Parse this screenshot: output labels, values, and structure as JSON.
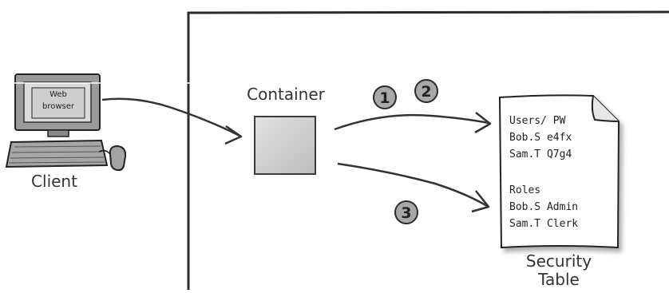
{
  "client": {
    "screen_label_line1": "Web",
    "screen_label_line2": "browser",
    "caption": "Client"
  },
  "container": {
    "label": "Container"
  },
  "steps": {
    "step1": "1",
    "step2": "2",
    "step3": "3"
  },
  "security_table": {
    "lines": [
      "Users/ PW",
      "Bob.S e4fx",
      "Sam.T Q7g4",
      "",
      "Roles",
      "Bob.S Admin",
      "Sam.T Clerk"
    ],
    "caption_line1": "Security",
    "caption_line2": "Table"
  }
}
